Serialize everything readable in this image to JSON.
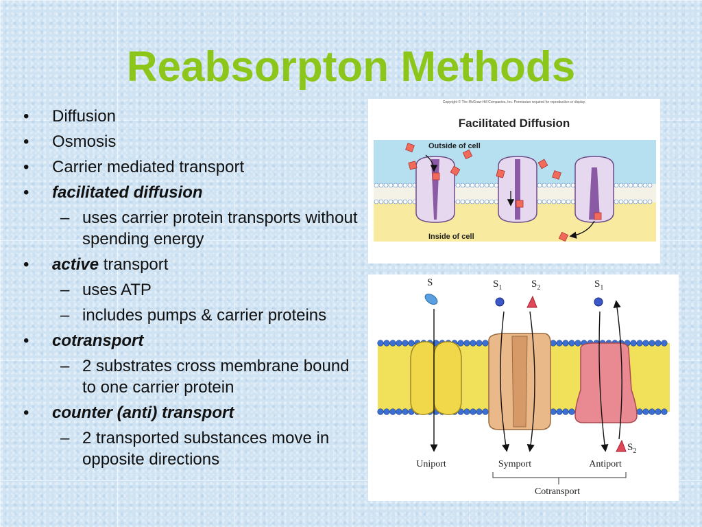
{
  "slide": {
    "title": "Reabsorpton Methods"
  },
  "bullets": [
    {
      "text": "Diffusion"
    },
    {
      "text": "Osmosis"
    },
    {
      "text": "Carrier mediated transport"
    },
    {
      "emph": "facilitated diffusion"
    },
    {
      "text": "uses carrier protein transports without spending energy"
    },
    {
      "emph": "active",
      "text": " transport"
    },
    {
      "text": "uses ATP"
    },
    {
      "text": "includes pumps & carrier proteins"
    },
    {
      "emph": "cotransport"
    },
    {
      "text": "2 substrates cross membrane bound to one carrier protein"
    },
    {
      "emph": "counter (anti) transport"
    },
    {
      "text": "2 transported substances move in opposite directions"
    }
  ],
  "figure_facilitated": {
    "copyright": "Copyright © The McGraw-Hill Companies, Inc. Permission required for reproduction or display.",
    "title": "Facilitated Diffusion",
    "outside_label": "Outside of cell",
    "inside_label": "Inside of cell"
  },
  "figure_transport": {
    "s_label": "S",
    "s1_label": "S",
    "s1_sub": "1",
    "s2_label": "S",
    "s2_sub": "2",
    "s1b_label": "S",
    "s1b_sub": "1",
    "s2b_label": "S",
    "s2b_sub": "2",
    "uniport": "Uniport",
    "symport": "Symport",
    "antiport": "Antiport",
    "cotransport": "Cotransport"
  },
  "colors": {
    "title": "#8cc61a",
    "membrane_head": "#3b6fd1",
    "membrane_tail": "#f1e15a",
    "outside_fluid": "#b6dff0",
    "inside_fluid": "#f8eba0"
  }
}
